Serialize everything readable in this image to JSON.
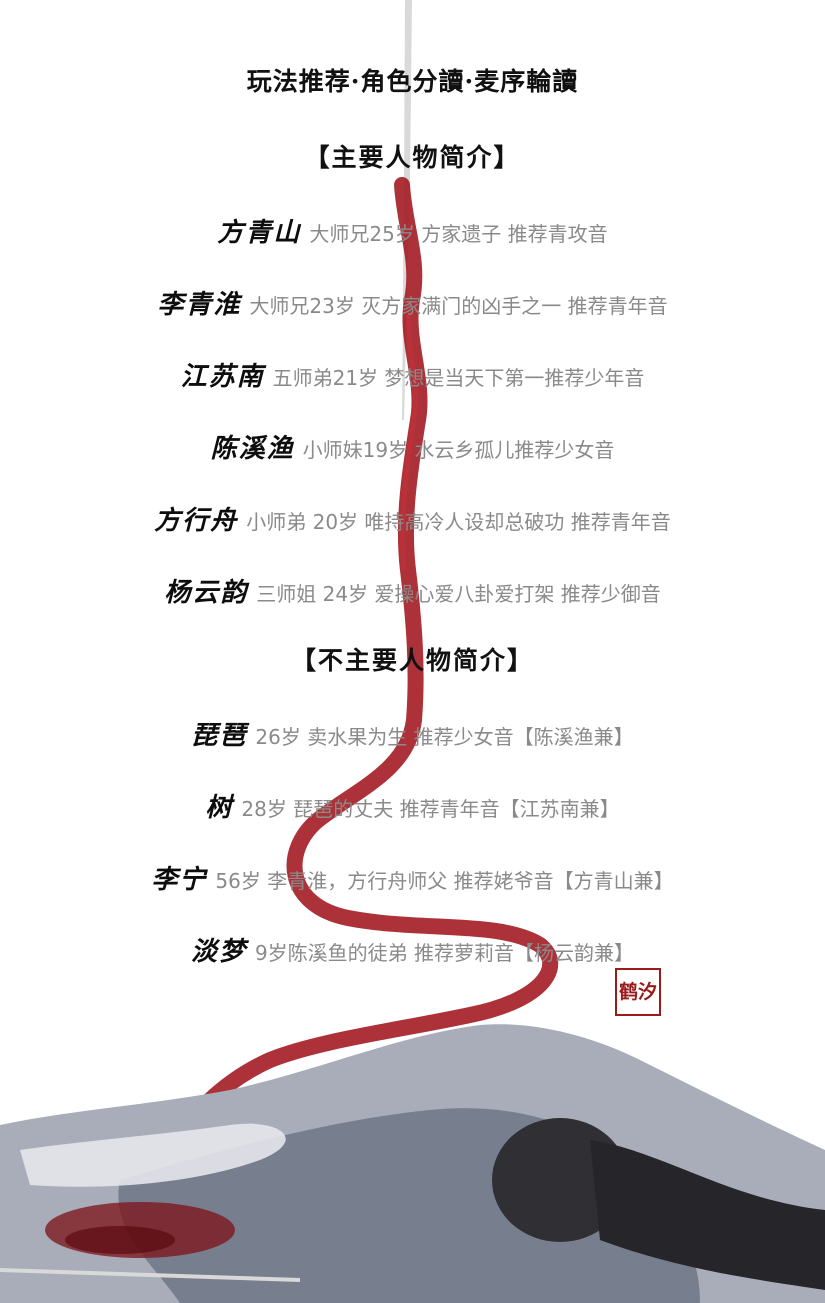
{
  "title": "玩法推荐·角色分讀·麦序輪讀",
  "main_section": "【主要人物简介】",
  "main_characters": [
    {
      "name": "方青山",
      "desc": "大师兄25岁 方家遗子 推荐青攻音"
    },
    {
      "name": "李青淮",
      "desc": "大师兄23岁 灭方家满门的凶手之一 推荐青年音"
    },
    {
      "name": "江苏南",
      "desc": "五师弟21岁 梦想是当天下第一推荐少年音"
    },
    {
      "name": "陈溪渔",
      "desc": "小师妹19岁 水云乡孤儿推荐少女音"
    },
    {
      "name": "方行舟",
      "desc": "小师弟 20岁 唯持高冷人设却总破功 推荐青年音"
    },
    {
      "name": "杨云韵",
      "desc": "三师姐 24岁 爱操心爱八卦爱打架 推荐少御音"
    }
  ],
  "minor_section": "【不主要人物简介】",
  "minor_characters": [
    {
      "name": "琵琶",
      "desc": "26岁 卖水果为生 推荐少女音【陈溪渔兼】"
    },
    {
      "name": "树",
      "desc": "28岁 琵琶的丈夫 推荐青年音【江苏南兼】"
    },
    {
      "name": "李宁",
      "desc": "56岁 李青淮，方行舟师父 推荐姥爷音【方青山兼】"
    },
    {
      "name": "淡梦",
      "desc": "9岁陈溪鱼的徒弟 推荐萝莉音【杨云韵兼】"
    }
  ],
  "seal_text": "鹤汐",
  "colors": {
    "ribbon": "#a0141c",
    "robe": "#8d93a3",
    "hair": "#2a2a2e",
    "seal": "#9b1b1b"
  }
}
